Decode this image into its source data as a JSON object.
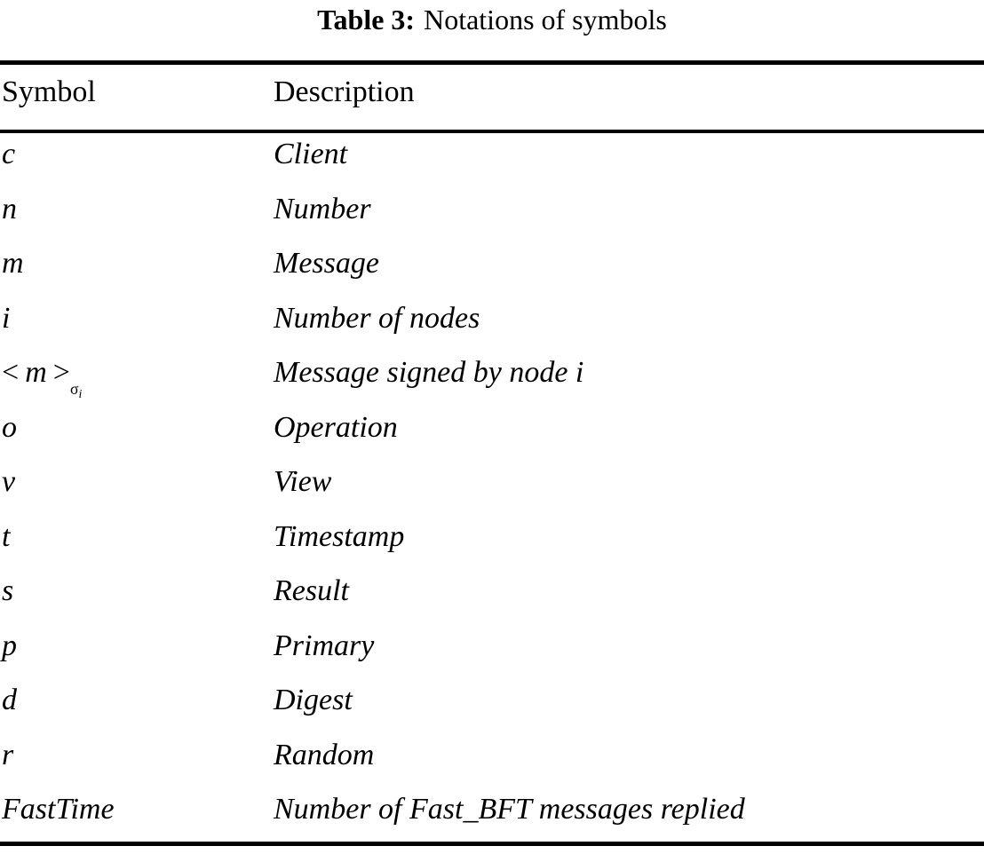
{
  "caption": {
    "label": "Table 3:",
    "text": "Notations of symbols"
  },
  "table": {
    "columns": [
      "Symbol",
      "Description"
    ],
    "rows": [
      {
        "symbol": "c",
        "description": "Client"
      },
      {
        "symbol": "n",
        "description": "Number"
      },
      {
        "symbol": "m",
        "description": "Message"
      },
      {
        "symbol": "i",
        "description": "Number of nodes"
      },
      {
        "symbol": "< m >σi",
        "description": "Message signed by node i",
        "symbol_is_math": true,
        "math": {
          "open": "<",
          "base": "m",
          "close": ">",
          "sub": "σ",
          "subsub": "i"
        }
      },
      {
        "symbol": "o",
        "description": "Operation"
      },
      {
        "symbol": "v",
        "description": "View"
      },
      {
        "symbol": "t",
        "description": "Timestamp"
      },
      {
        "symbol": "s",
        "description": "Result"
      },
      {
        "symbol": "p",
        "description": "Primary"
      },
      {
        "symbol": "d",
        "description": "Digest"
      },
      {
        "symbol": "r",
        "description": "Random"
      },
      {
        "symbol": "FastTime",
        "description": "Number of Fast_BFT messages replied"
      }
    ]
  },
  "style": {
    "text_color": "#000000",
    "background_color": "#ffffff",
    "rule_color": "#000000"
  }
}
